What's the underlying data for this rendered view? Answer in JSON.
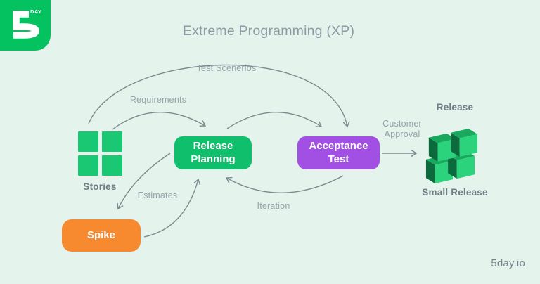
{
  "title": "Extreme Programming (XP)",
  "brand": {
    "logo_day": "DAY",
    "footer_link": "5day.io"
  },
  "nodes": {
    "stories": {
      "label": "Stories"
    },
    "release_planning": {
      "label": "Release Planning"
    },
    "acceptance_test": {
      "label": "Acceptance Test"
    },
    "spike": {
      "label": "Spike"
    },
    "small_release": {
      "label_above": "Release",
      "label_below": "Small Release"
    }
  },
  "edges": [
    {
      "id": "stories-to-acceptance-test",
      "label": "Test Scenerios"
    },
    {
      "id": "stories-to-release-planning",
      "label": "Requirements"
    },
    {
      "id": "release-planning-to-acceptance-test",
      "label": ""
    },
    {
      "id": "acceptance-test-to-release-planning",
      "label": "Iteration"
    },
    {
      "id": "release-planning-to-spike",
      "label": ""
    },
    {
      "id": "spike-to-release-planning",
      "label": "Estimates"
    },
    {
      "id": "acceptance-test-to-small-release",
      "label": "Customer Approval"
    }
  ],
  "colors": {
    "background": "#E4F3EB",
    "brand_green": "#03C25F",
    "stories_green": "#1AC873",
    "release_planning_green": "#0FBF6B",
    "acceptance_purple": "#A24FE3",
    "spike_orange": "#F78A2E",
    "cube_front": "#2BD47C",
    "cube_top": "#18A95E",
    "cube_side": "#0B6B3C",
    "arrow_gray": "#7C898E",
    "edge_label_gray": "#96A4AA",
    "caption_gray": "#6E7E85"
  }
}
